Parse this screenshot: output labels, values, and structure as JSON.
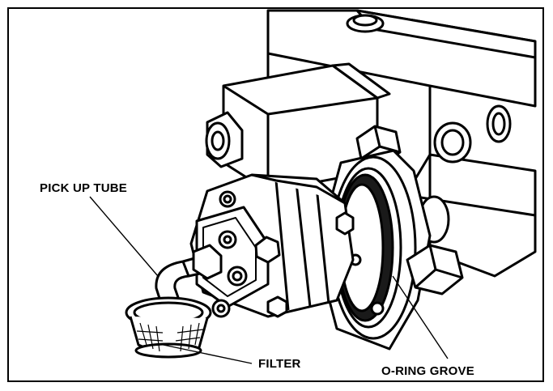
{
  "labels": {
    "pick_up_tube": "PICK UP TUBE",
    "filter": "FILTER",
    "o_ring_grove": "O-RING GROVE"
  },
  "colors": {
    "ink": "#000000",
    "paper": "#ffffff",
    "shade": "#1a1a1a"
  }
}
